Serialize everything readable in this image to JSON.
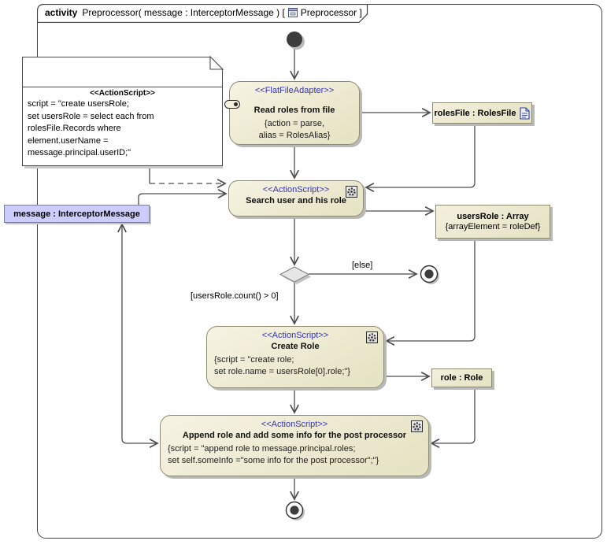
{
  "colors": {
    "stereotype_blue": "#3434b8",
    "action_fill": "#e9e5c9",
    "message_fill": "#ccccff",
    "line": "#4d4d4d",
    "shadow": "#b9b9b9"
  },
  "frame": {
    "keyword": "activity",
    "title_main": "Preprocessor( message : InterceptorMessage ) [",
    "title_ref": "Preprocessor ]"
  },
  "note": {
    "stereotype": "<<ActionScript>>",
    "lines": [
      "script = \"create usersRole;",
      "set usersRole = select each from",
      "rolesFile.Records where",
      "element.userName =",
      "message.principal.userID;\""
    ]
  },
  "nodes": {
    "read_roles": {
      "stereotype": "<<FlatFileAdapter>>",
      "name": "Read roles from file",
      "prop1": "{action = parse,",
      "prop2": "alias = RolesAlias}"
    },
    "search_user": {
      "stereotype": "<<ActionScript>>",
      "name": "Search user and his role"
    },
    "create_role": {
      "stereotype": "<<ActionScript>>",
      "name": "Create Role",
      "prop1": "{script = \"create role;",
      "prop2": "set role.name = usersRole[0].role;\"}"
    },
    "append_role": {
      "stereotype": "<<ActionScript>>",
      "name": "Append role and add some info for the post processor",
      "prop1": "{script = \"append role to message.principal.roles;",
      "prop2": "set self.someInfo =\"some info for the post processor\";\"}"
    },
    "message_obj": {
      "label": "message : InterceptorMessage"
    },
    "roles_file": {
      "label": "rolesFile : RolesFile"
    },
    "users_role": {
      "label": "usersRole : Array",
      "prop": "{arrayElement = roleDef}"
    },
    "role_obj": {
      "label": "role : Role"
    }
  },
  "edge_labels": {
    "else_guard": "[else]",
    "count_guard": "[usersRole.count() > 0]"
  }
}
